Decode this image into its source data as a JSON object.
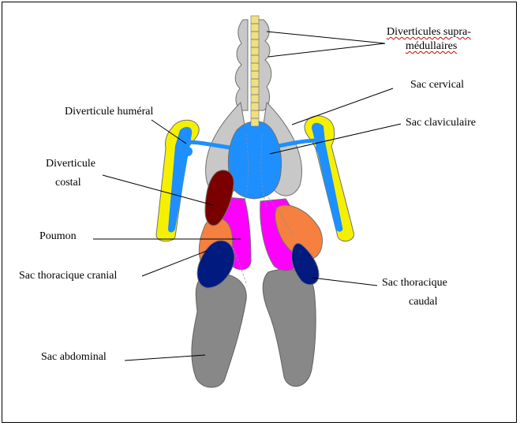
{
  "labels": {
    "supra_line1": "Diverticules supra-",
    "supra_line2": "médullaires",
    "cervical": "Sac cervical",
    "humeral": "Diverticule huméral",
    "claviculaire": "Sac claviculaire",
    "costal_line1": "Diverticule",
    "costal_line2": "costal",
    "poumon": "Poumon",
    "thoracique_cranial": "Sac thoracique cranial",
    "thoracique_caudal_line1": "Sac thoracique",
    "thoracique_caudal_line2": "caudal",
    "abdominal": "Sac abdominal"
  },
  "colors": {
    "cervical": "#c8c8c8",
    "claviculaire": "#1e8fff",
    "humeral_outer": "#f5f000",
    "humeral_inner": "#1e8fff",
    "costal": "#7a0000",
    "poumon": "#ff00ff",
    "thoracique_cranial": "#f58040",
    "thoracique_caudal": "#001a80",
    "abdominal": "#888888",
    "spine": "#f0e080"
  }
}
